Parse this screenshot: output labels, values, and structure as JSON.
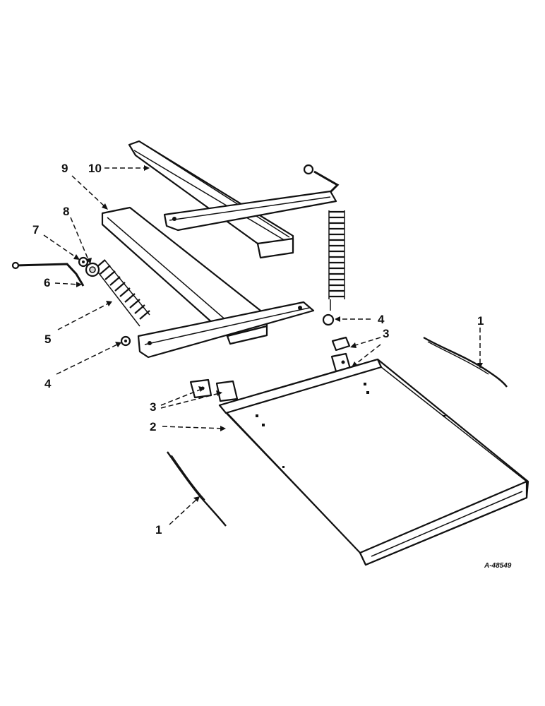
{
  "diagram": {
    "callouts": [
      {
        "id": "label-10",
        "text": "10"
      },
      {
        "id": "label-9",
        "text": "9"
      },
      {
        "id": "label-8",
        "text": "8"
      },
      {
        "id": "label-7",
        "text": "7"
      },
      {
        "id": "label-6",
        "text": "6"
      },
      {
        "id": "label-5",
        "text": "5"
      },
      {
        "id": "label-4-left",
        "text": "4"
      },
      {
        "id": "label-4-right",
        "text": "4"
      },
      {
        "id": "label-3-right",
        "text": "3"
      },
      {
        "id": "label-3-left",
        "text": "3"
      },
      {
        "id": "label-2",
        "text": "2"
      },
      {
        "id": "label-1-right",
        "text": "1"
      },
      {
        "id": "label-1-left",
        "text": "1"
      }
    ],
    "reference_number": "A-48549"
  }
}
